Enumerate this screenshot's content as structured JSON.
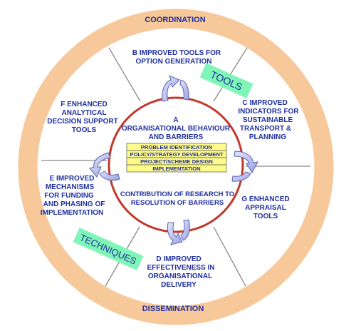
{
  "ring": {
    "top_label": "COORDINATION",
    "bottom_label": "DISSEMINATION"
  },
  "center": {
    "title_lines": [
      "A",
      "ORGANISATIONAL BEHAVIOUR",
      "AND BARRIERS"
    ],
    "steps": [
      "PROBLEM IDENTIFICATION",
      "POLICY/STRATEGY DEVELOPMENT",
      "PROJECT/SCHEME DESIGN",
      "IMPLEMENTATION"
    ],
    "contribution_lines": [
      "CONTRIBUTION OF RESEARCH TO",
      "RESOLUTION OF BARRIERS"
    ]
  },
  "segments": {
    "b": [
      "B IMPROVED TOOLS FOR",
      "OPTION GENERATION"
    ],
    "c": [
      "C IMPROVED",
      "INDICATORS FOR",
      "SUSTAINABLE",
      "TRANSPORT &",
      "PLANNING"
    ],
    "d": [
      "D IMPROVED",
      "EFFECTIVENESS IN",
      "ORGANISATIONAL",
      "DELIVERY"
    ],
    "e": [
      "E IMPROVED",
      "MECHANISMS",
      "FOR FUNDING",
      "AND PHASING OF",
      "IMPLEMENTATION"
    ],
    "f": [
      "F ENHANCED",
      "ANALYTICAL",
      "DECISION SUPPORT",
      "TOOLS"
    ],
    "g": [
      "G ENHANCED",
      "APPRAISAL",
      "TOOLS"
    ]
  },
  "badges": {
    "tools": "TOOLS",
    "techniques": "TECHNIQUES"
  },
  "colors": {
    "ring": "#f6c89a",
    "inner_circle": "#c0392b",
    "step_box_fill": "#fffb8a",
    "badge_fill": "#7ff5b8",
    "text": "#1f2fa0",
    "arrow_fill": "#c9cdf0",
    "arrow_stroke": "#5a62b5"
  }
}
